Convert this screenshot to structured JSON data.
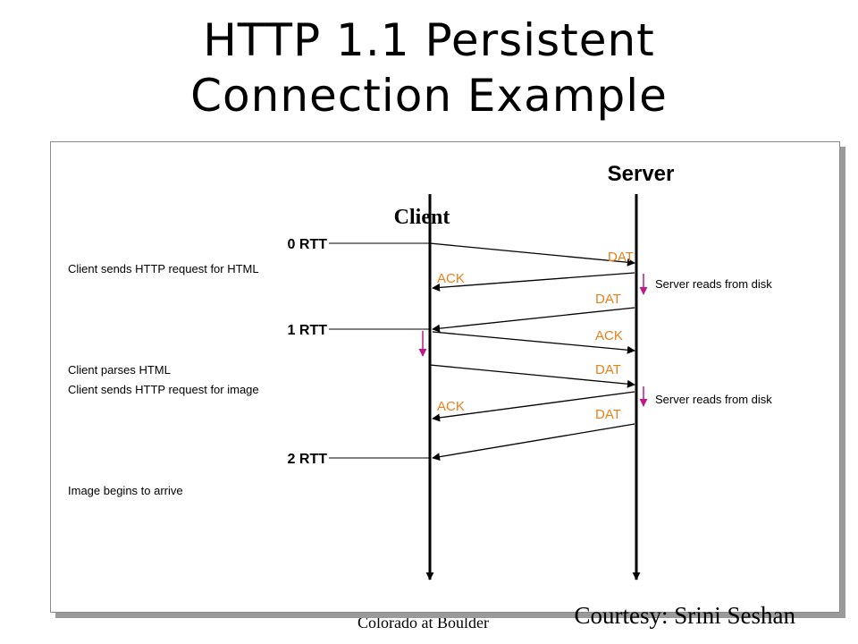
{
  "title": {
    "line1": "HTTP 1.1 Persistent",
    "line2": "Connection Example"
  },
  "footer": {
    "left_text": "Colorado at Boulder",
    "courtesy": "Courtesy: Srini Seshan"
  },
  "diagram": {
    "server_label": "Server",
    "client_label": "Client",
    "rtt_labels": [
      "0 RTT",
      "1 RTT",
      "2 RTT"
    ],
    "events": [
      "Client sends HTTP request for HTML",
      "Client parses HTML",
      "Client sends HTTP request for image",
      "Image begins to arrive"
    ],
    "server_notes": [
      "Server reads from disk",
      "Server reads from disk"
    ],
    "messages": [
      "DAT",
      "ACK",
      "DAT",
      "ACK",
      "DAT",
      "ACK",
      "DAT"
    ],
    "colors": {
      "message_label": "#e8801a",
      "delay_arrow": "#c0188a",
      "timeline": "#000000"
    }
  }
}
